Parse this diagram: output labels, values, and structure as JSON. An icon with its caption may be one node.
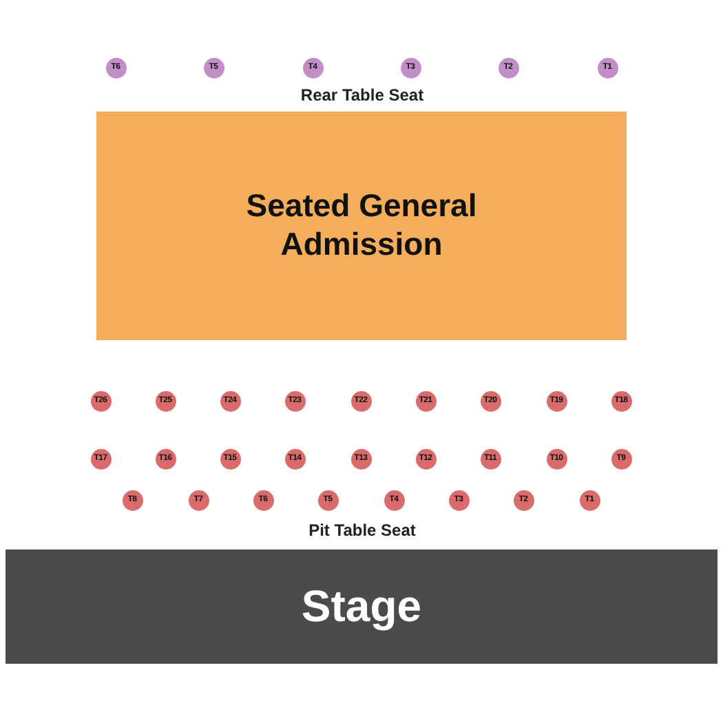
{
  "diagram": {
    "nodes": [
      {
        "text": [
          "T6"
        ]
      },
      {
        "text": [
          "T5"
        ]
      },
      {
        "text": [
          "T4"
        ]
      },
      {
        "text": [
          "T3"
        ]
      },
      {
        "text": [
          "T2"
        ]
      },
      {
        "text": [
          "T1"
        ]
      },
      {
        "text": [
          "Seated General Admission"
        ]
      },
      {
        "text": [
          "T26"
        ]
      },
      {
        "text": [
          "T25"
        ]
      },
      {
        "text": [
          "T24"
        ]
      },
      {
        "text": [
          "T23"
        ]
      },
      {
        "text": [
          "T22"
        ]
      },
      {
        "text": [
          "T21"
        ]
      },
      {
        "text": [
          "T20"
        ]
      },
      {
        "text": [
          "T19"
        ]
      },
      {
        "text": [
          "T18"
        ]
      },
      {
        "text": [
          "T17"
        ]
      },
      {
        "text": [
          "T16"
        ]
      },
      {
        "text": [
          "T15"
        ]
      },
      {
        "text": [
          "T14"
        ]
      },
      {
        "text": [
          "T13"
        ]
      },
      {
        "text": [
          "T12"
        ]
      },
      {
        "text": [
          "T11"
        ]
      },
      {
        "text": [
          "T10"
        ]
      },
      {
        "text": [
          "T9"
        ]
      },
      {
        "text": [
          "T8"
        ]
      },
      {
        "text": [
          "T7"
        ]
      },
      {
        "text": [
          "T6"
        ]
      },
      {
        "text": [
          "T5"
        ]
      },
      {
        "text": [
          "T4"
        ]
      },
      {
        "text": [
          "T3"
        ]
      },
      {
        "text": [
          "T2"
        ]
      },
      {
        "text": [
          "T1"
        ]
      },
      {
        "text": [
          "Stage"
        ]
      }
    ],
    "labels": [
      "Rear Table Seat",
      "Pit Table Seat"
    ]
  }
}
